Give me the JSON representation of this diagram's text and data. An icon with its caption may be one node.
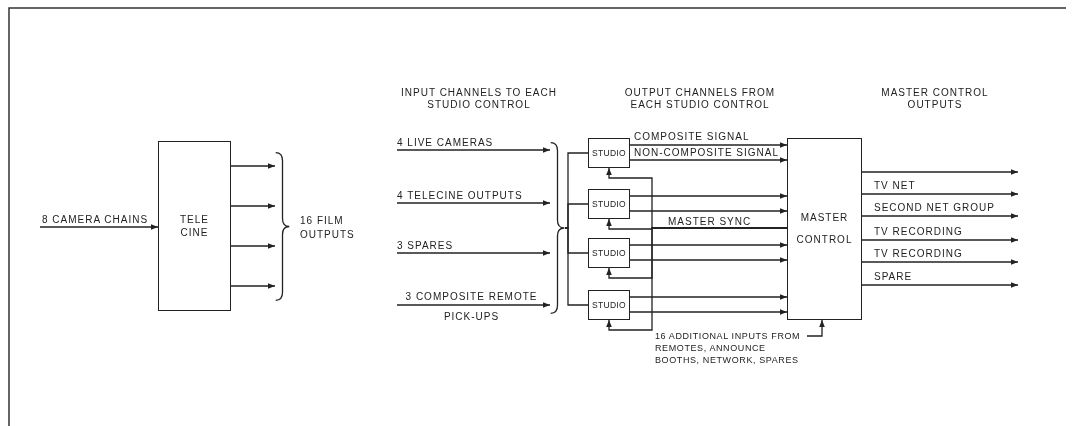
{
  "diagram": {
    "nodes": [
      {
        "text": [
          "TELE CINE"
        ]
      },
      {
        "text": [
          "STUDIO"
        ]
      },
      {
        "text": [
          "STUDIO"
        ]
      },
      {
        "text": [
          "STUDIO"
        ]
      },
      {
        "text": [
          "STUDIO"
        ]
      },
      {
        "text": [
          "MASTER CONTROL"
        ]
      },
      {
        "text": [
          "16 ADDITIONAL INPUTS FROM REMOTES, ANNOUNCE BOOTHS, NETWORK, SPARES"
        ]
      },
      {
        "text": [],
        "shape": "brace"
      },
      {
        "text": [],
        "shape": "brace"
      }
    ],
    "edges": [
      {
        "from": null,
        "to": 0,
        "arrow": "to",
        "label": "8 CAMERA CHAINS"
      },
      {
        "from": 0,
        "to": 7,
        "arrow": "to"
      },
      {
        "from": 0,
        "to": 7,
        "arrow": "to"
      },
      {
        "from": 0,
        "to": 7,
        "arrow": "to"
      },
      {
        "from": 0,
        "to": 7,
        "arrow": "to"
      },
      {
        "from": null,
        "to": 8,
        "arrow": "to",
        "label": "4 LIVE CAMERAS"
      },
      {
        "from": null,
        "to": 8,
        "arrow": "to",
        "label": "4 TELECINE OUTPUTS"
      },
      {
        "from": null,
        "to": 8,
        "arrow": "to",
        "label": "3 SPARES"
      },
      {
        "from": null,
        "to": 8,
        "arrow": "to",
        "label": "3 COMPOSITE REMOTE PICK-UPS"
      },
      {
        "from": 8,
        "to": 1,
        "arrow": "none"
      },
      {
        "from": 8,
        "to": 2,
        "arrow": "none"
      },
      {
        "from": 8,
        "to": 3,
        "arrow": "none"
      },
      {
        "from": 8,
        "to": 4,
        "arrow": "none"
      },
      {
        "from": 1,
        "to": 5,
        "arrow": "to",
        "label": "COMPOSITE SIGNAL"
      },
      {
        "from": 1,
        "to": 5,
        "arrow": "to",
        "label": "NON-COMPOSITE SIGNAL"
      },
      {
        "from": 2,
        "to": 5,
        "arrow": "to"
      },
      {
        "from": 2,
        "to": 5,
        "arrow": "to"
      },
      {
        "from": 3,
        "to": 5,
        "arrow": "to"
      },
      {
        "from": 3,
        "to": 5,
        "arrow": "to"
      },
      {
        "from": 4,
        "to": 5,
        "arrow": "to"
      },
      {
        "from": 4,
        "to": 5,
        "arrow": "to"
      },
      {
        "from": 5,
        "to": 1,
        "arrow": "to"
      },
      {
        "from": 5,
        "to": 2,
        "arrow": "to"
      },
      {
        "from": 5,
        "to": 3,
        "arrow": "to"
      },
      {
        "from": 5,
        "to": 4,
        "arrow": "to"
      },
      {
        "from": 6,
        "to": 5,
        "arrow": "to"
      },
      {
        "from": 5,
        "to": null,
        "arrow": "to"
      },
      {
        "from": 5,
        "to": null,
        "arrow": "to",
        "label": "TV NET"
      },
      {
        "from": 5,
        "to": null,
        "arrow": "to",
        "label": "SECOND NET GROUP"
      },
      {
        "from": 5,
        "to": null,
        "arrow": "to",
        "label": "TV RECORDING"
      },
      {
        "from": 5,
        "to": null,
        "arrow": "to",
        "label": "TV RECORDING"
      },
      {
        "from": 5,
        "to": null,
        "arrow": "to",
        "label": "SPARE"
      }
    ],
    "labels": [
      "INPUT CHANNELS TO EACH STUDIO CONTROL",
      "OUTPUT CHANNELS FROM EACH STUDIO CONTROL",
      "MASTER CONTROL OUTPUTS",
      "16 FILM OUTPUTS",
      "MASTER SYNC"
    ]
  }
}
